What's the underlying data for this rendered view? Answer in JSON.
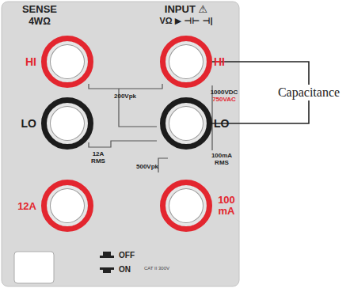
{
  "diagram": {
    "nodes": [
      {
        "text": [
          "HI"
        ]
      },
      {
        "text": [
          "HI"
        ]
      },
      {
        "text": [
          "LO"
        ]
      },
      {
        "text": [
          "LO"
        ]
      },
      {
        "text": [
          "12A"
        ]
      },
      {
        "text": [
          "100 mA"
        ]
      }
    ],
    "edges": [
      {
        "from": 1,
        "to": 3,
        "label": "Capacitance",
        "arrow": "none"
      }
    ],
    "labels": [
      "SENSE",
      "4WΩ",
      "INPUT ⚠",
      "VΩ ▶ ⊣⊢ ⊣|",
      "200Vpk",
      "1000VDC",
      "750VAC",
      "12A",
      "RMS",
      "100mA",
      "RMS",
      "500Vpk",
      "OFF",
      "ON",
      "CAT II 300V"
    ]
  }
}
